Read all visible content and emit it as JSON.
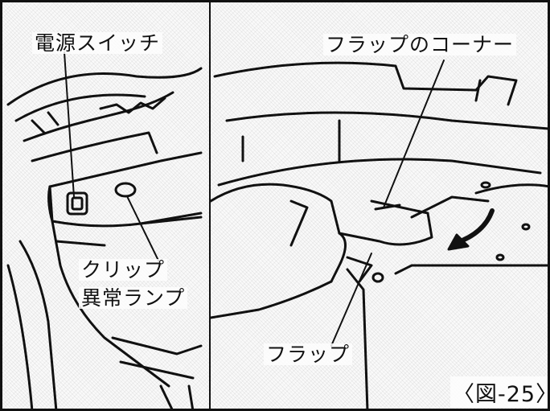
{
  "labels": {
    "power_switch": "電源スイッチ",
    "clip_error_lamp_line1": "クリップ",
    "clip_error_lamp_line2": "異常ランプ",
    "flap_corner": "フラップのコーナー",
    "flap": "フラップ"
  },
  "figure_number": "〈図-25〉",
  "colors": {
    "ink": "#111111",
    "paper": "#fdfdfd"
  }
}
